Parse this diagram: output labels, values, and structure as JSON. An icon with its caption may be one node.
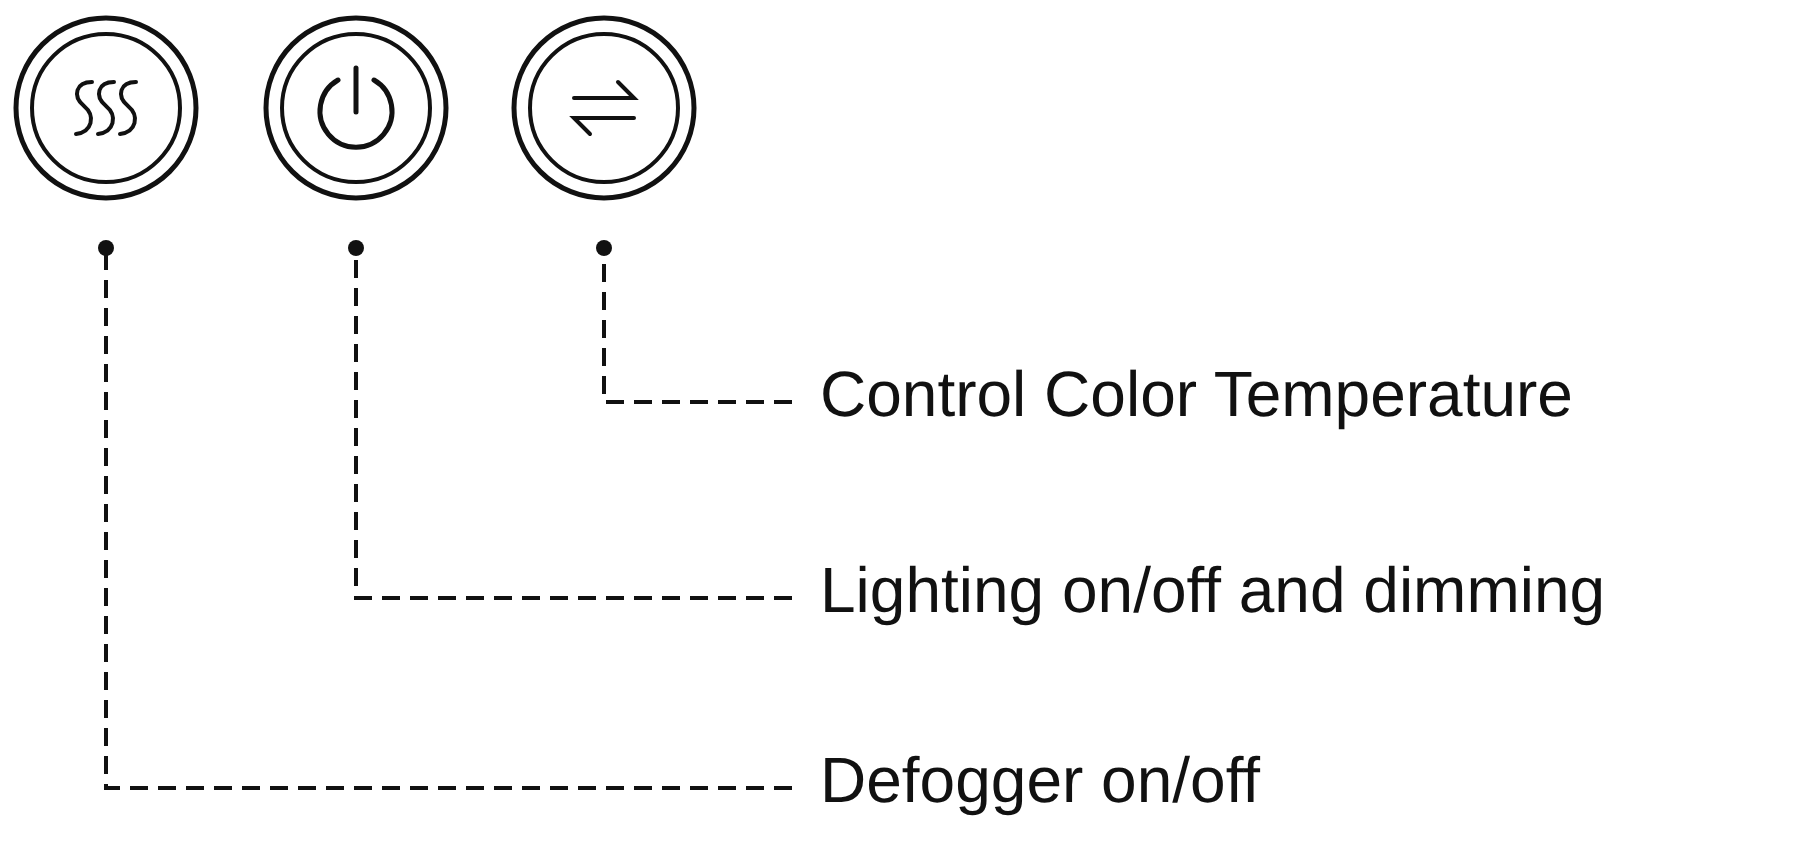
{
  "diagram": {
    "nodes": [
      {
        "text": [],
        "shape": "circle"
      },
      {
        "text": [],
        "shape": "circle"
      },
      {
        "text": [],
        "shape": "circle"
      },
      {
        "text": [
          "Control Color Temperature"
        ]
      },
      {
        "text": [
          "Lighting on/off and dimming"
        ]
      },
      {
        "text": [
          "Defogger on/off"
        ]
      }
    ],
    "edges": [
      {
        "from": 3,
        "to": 2,
        "arrow": "other",
        "style": "dashed"
      },
      {
        "from": 4,
        "to": 1,
        "arrow": "other",
        "style": "dashed"
      },
      {
        "from": 5,
        "to": 0,
        "arrow": "other",
        "style": "dashed"
      }
    ]
  }
}
